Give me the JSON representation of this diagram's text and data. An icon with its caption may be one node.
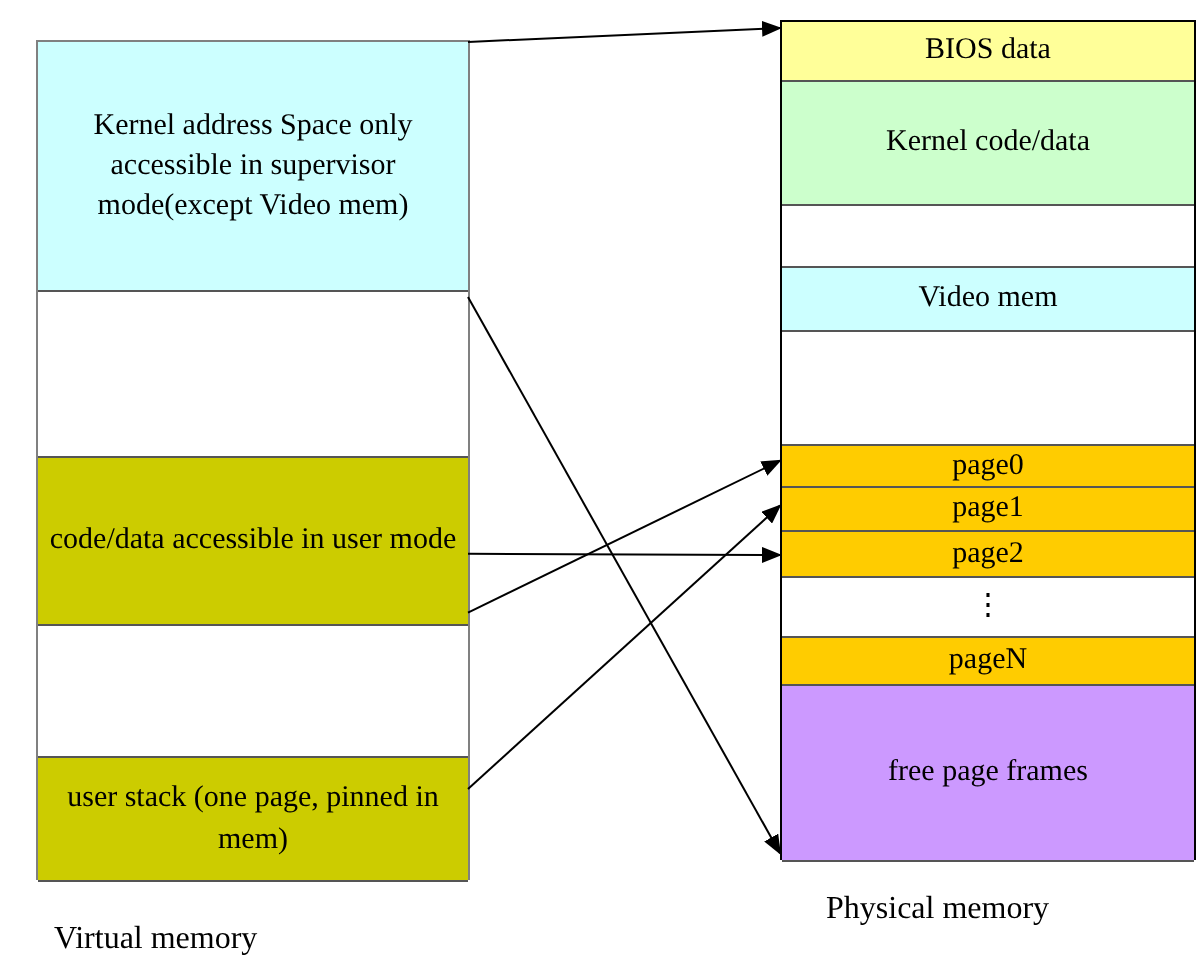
{
  "diagram": {
    "nodes": [
      {
        "text": [
          "Virtual memory"
        ]
      },
      {
        "text": [
          "Kernel address Space only accessible in supervisor mode(except Video mem)"
        ],
        "in": 0
      },
      {
        "text": [],
        "shape": "box",
        "in": 0
      },
      {
        "text": [
          "code/data accessible in user mode"
        ],
        "in": 0
      },
      {
        "text": [],
        "shape": "box",
        "in": 0
      },
      {
        "text": [
          "user stack (one page, pinned in mem)"
        ],
        "in": 0
      },
      {
        "text": [
          "Physical memory"
        ]
      },
      {
        "text": [
          "BIOS data"
        ],
        "in": 6
      },
      {
        "text": [
          "Kernel code/data"
        ],
        "in": 6
      },
      {
        "text": [],
        "shape": "box",
        "in": 6
      },
      {
        "text": [
          "Video mem"
        ],
        "in": 6
      },
      {
        "text": [],
        "shape": "box",
        "in": 6
      },
      {
        "text": [
          "page0"
        ],
        "in": 6
      },
      {
        "text": [
          "page1"
        ],
        "in": 6
      },
      {
        "text": [
          "page2"
        ],
        "in": 6
      },
      {
        "text": [
          "⋮"
        ],
        "in": 6
      },
      {
        "text": [
          "pageN"
        ],
        "in": 6
      },
      {
        "text": [
          "free page frames"
        ],
        "in": 6
      }
    ],
    "edges": [
      {
        "from": 1,
        "to": 7,
        "arrow": "to"
      },
      {
        "from": 1,
        "to": 17,
        "arrow": "to"
      },
      {
        "from": 3,
        "to": 14,
        "arrow": "to"
      },
      {
        "from": 3,
        "to": 12,
        "arrow": "to"
      },
      {
        "from": 5,
        "to": 13,
        "arrow": "to"
      }
    ]
  }
}
